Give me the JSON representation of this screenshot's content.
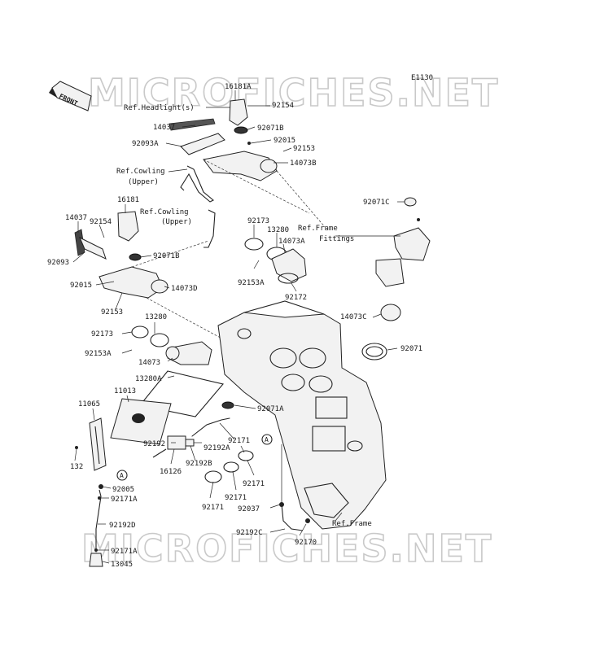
{
  "diagram": {
    "code": "E1130",
    "front_label": "FRONT",
    "watermark_top": "MICROFICHES.NET",
    "watermark_bottom": "MICROFICHES.NET",
    "ref_labels": {
      "headlight": "Ref.Headlight(s)",
      "cowling_upper_1a": "Ref.Cowling",
      "cowling_upper_1b": "(Upper)",
      "cowling_upper_2a": "Ref.Cowling",
      "cowling_upper_2b": "(Upper)",
      "frame_fittings_a": "Ref.Frame",
      "frame_fittings_b": "Fittings",
      "frame": "Ref.Frame"
    },
    "callout_marker": "A",
    "parts": {
      "p16181A": "16181A",
      "p92154a": "92154",
      "p14037a": "14037",
      "p92071Ba": "92071B",
      "p92093A": "92093A",
      "p92015a": "92015",
      "p92153a": "92153",
      "p14073B": "14073B",
      "p16181": "16181",
      "p14037b": "14037",
      "p92154b": "92154",
      "p92093": "92093",
      "p92071Bb": "92071B",
      "p92015b": "92015",
      "p14073D": "14073D",
      "p92153b": "92153",
      "p92071C": "92071C",
      "p92173a": "92173",
      "p13280a": "13280",
      "p14073A": "14073A",
      "p92153Aa": "92153A",
      "p92172": "92172",
      "p14073C": "14073C",
      "p92071": "92071",
      "p13280b": "13280",
      "p92173b": "92173",
      "p92153Ab": "92153A",
      "p14073": "14073",
      "p13280A": "13280A",
      "p11013": "11013",
      "p11065": "11065",
      "p92071A": "92071A",
      "p92171a": "92171",
      "p92192": "92192",
      "p92192A": "92192A",
      "p16126": "16126",
      "p92192B": "92192B",
      "p92171b": "92171",
      "p92171c": "92171",
      "p92171d": "92171",
      "p132": "132",
      "p92037": "92037",
      "p92005": "92005",
      "p92171A": "92171A",
      "p92192D": "92192D",
      "p92192C": "92192C",
      "p92170": "92170",
      "p92171Ab": "92171A",
      "p13045": "13045"
    }
  }
}
